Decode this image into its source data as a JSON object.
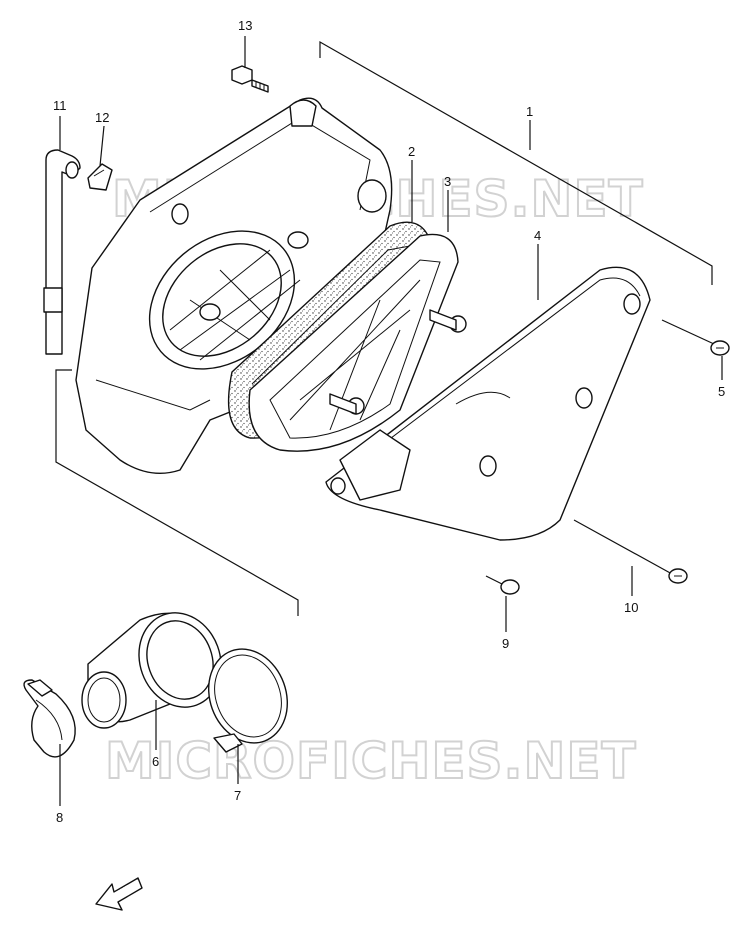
{
  "watermark": {
    "text": "MICROFICHES.NET"
  },
  "fwd_label": "FWD",
  "callouts": [
    {
      "id": "1",
      "text": "1"
    },
    {
      "id": "2",
      "text": "2"
    },
    {
      "id": "3",
      "text": "3"
    },
    {
      "id": "4",
      "text": "4"
    },
    {
      "id": "5",
      "text": "5"
    },
    {
      "id": "6",
      "text": "6"
    },
    {
      "id": "7",
      "text": "7"
    },
    {
      "id": "8",
      "text": "8"
    },
    {
      "id": "9",
      "text": "9"
    },
    {
      "id": "10",
      "text": "10"
    },
    {
      "id": "11",
      "text": "11"
    },
    {
      "id": "12",
      "text": "12"
    },
    {
      "id": "13",
      "text": "13"
    }
  ]
}
